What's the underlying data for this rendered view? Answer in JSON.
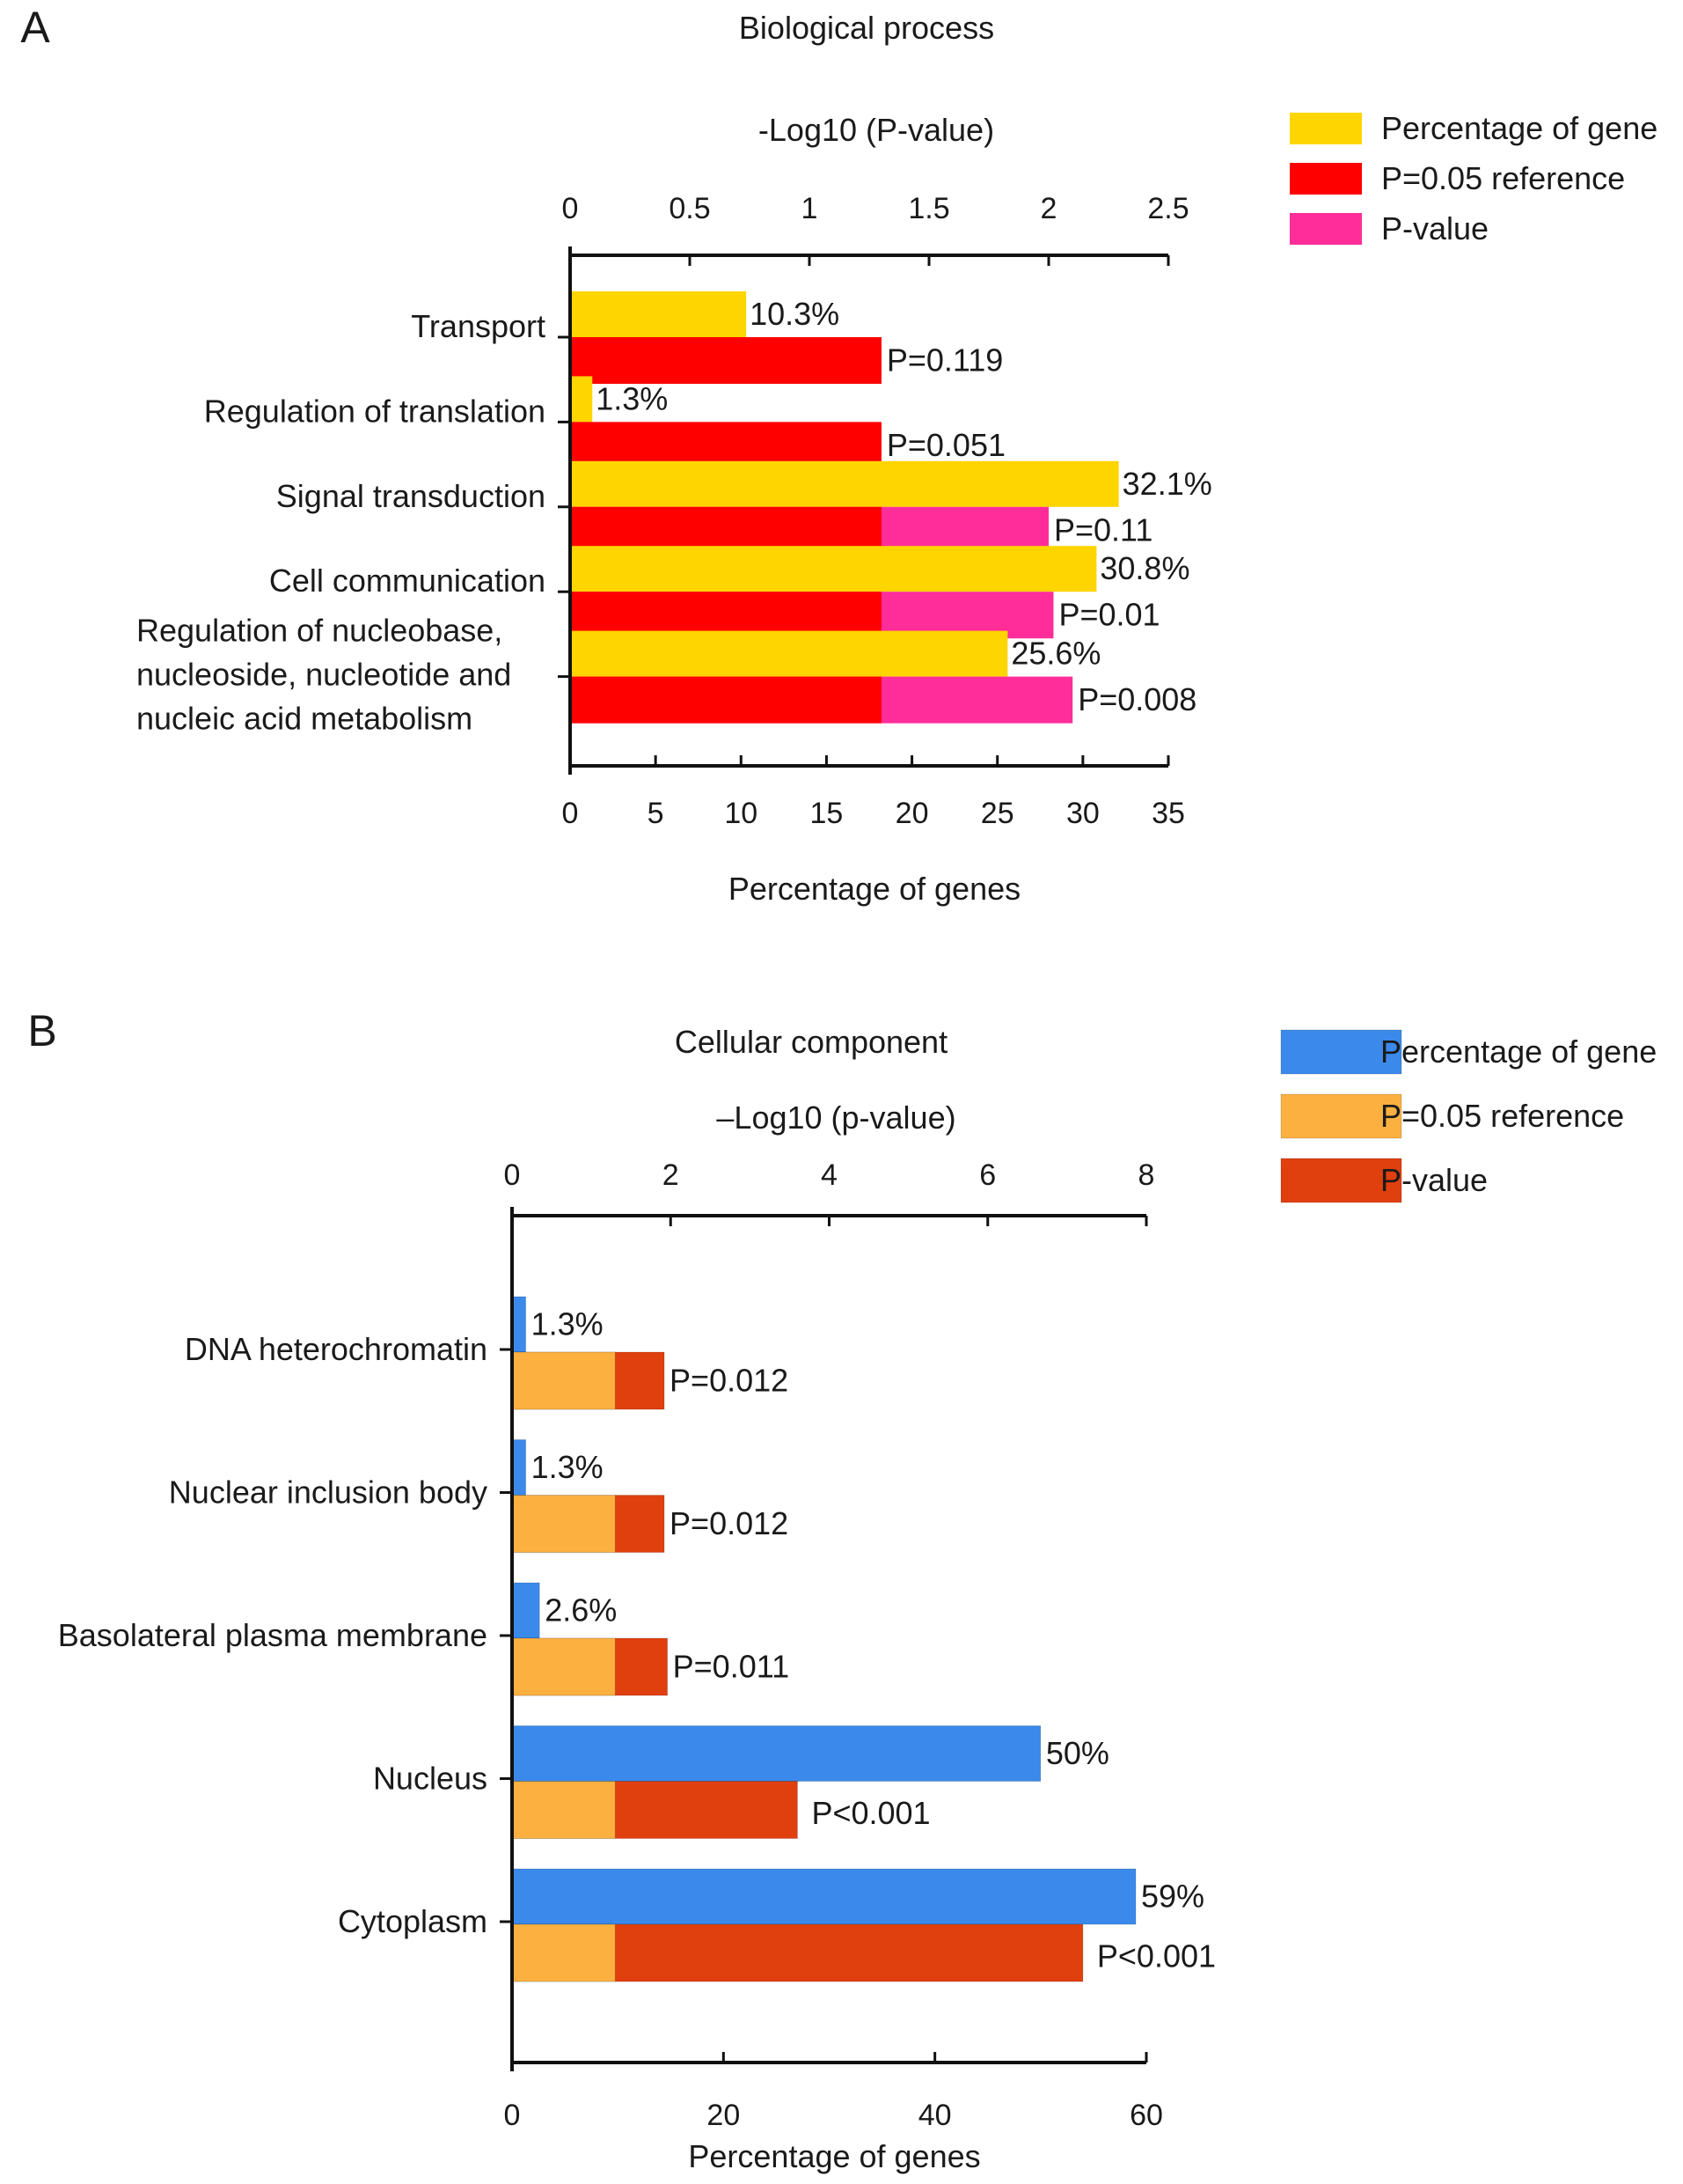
{
  "chart_data": [
    {
      "panel": "A",
      "type": "bar",
      "orientation": "horizontal",
      "title": "Biological process",
      "top_axis": {
        "label": "-Log10 (P-value)",
        "ticks": [
          "0",
          "0.5",
          "1",
          "1.5",
          "2",
          "2.5"
        ],
        "range": [
          0,
          2.5
        ]
      },
      "bottom_axis": {
        "label": "Percentage of genes",
        "ticks": [
          "0",
          "5",
          "10",
          "15",
          "20",
          "25",
          "30",
          "35"
        ],
        "range": [
          0,
          35
        ]
      },
      "categories": [
        "Transport",
        "Regulation of translation",
        "Signal transduction",
        "Cell communication",
        "Regulation of nucleobase, nucleoside, nucleotide and nucleic acid metabolism"
      ],
      "category_lines": [
        [
          "Transport"
        ],
        [
          "Regulation of translation"
        ],
        [
          "Signal transduction"
        ],
        [
          "Cell communication"
        ],
        [
          "Regulation of nucleobase,",
          "nucleoside, nucleotide and",
          "nucleic acid metabolism"
        ]
      ],
      "series": [
        {
          "name": "Percentage of gene",
          "axis": "bottom",
          "color": "#FFD500",
          "values": [
            10.3,
            1.3,
            32.1,
            30.8,
            25.6
          ],
          "labels": [
            "10.3%",
            "1.3%",
            "32.1%",
            "30.8%",
            "25.6%"
          ]
        },
        {
          "name": "P=0.05 reference",
          "axis": "top",
          "color": "#FF0000",
          "values": [
            1.301,
            1.301,
            1.301,
            1.301,
            1.301
          ]
        },
        {
          "name": "P-value",
          "axis": "top",
          "color": "#FF2D9A",
          "values": [
            1.301,
            1.301,
            2.0,
            2.02,
            2.1
          ],
          "labels": [
            "P=0.119",
            "P=0.051",
            "P=0.11",
            "P=0.01",
            "P=0.008"
          ]
        }
      ],
      "legend": "top-right",
      "grid": false
    },
    {
      "panel": "B",
      "type": "bar",
      "orientation": "horizontal",
      "title": "Cellular component",
      "top_axis": {
        "label": "–Log10 (p-value)",
        "ticks": [
          "0",
          "2",
          "4",
          "6",
          "8"
        ],
        "range": [
          0,
          8
        ]
      },
      "bottom_axis": {
        "label": "Percentage of genes",
        "ticks": [
          "0",
          "20",
          "40",
          "60"
        ],
        "range": [
          0,
          60
        ]
      },
      "categories": [
        "DNA heterochromatin",
        "Nuclear inclusion body",
        "Basolateral plasma membrane",
        "Nucleus",
        "Cytoplasm"
      ],
      "category_lines": [
        [
          "DNA heterochromatin"
        ],
        [
          "Nuclear inclusion body"
        ],
        [
          "Basolateral plasma membrane"
        ],
        [
          "Nucleus"
        ],
        [
          "Cytoplasm"
        ]
      ],
      "series": [
        {
          "name": "Percentage of gene",
          "axis": "bottom",
          "color": "#3B8AEB",
          "values": [
            1.3,
            1.3,
            2.6,
            50,
            59
          ],
          "labels": [
            "1.3%",
            "1.3%",
            "2.6%",
            "50%",
            "59%"
          ]
        },
        {
          "name": "P=0.05 reference",
          "axis": "top",
          "color": "#FBB040",
          "values": [
            1.301,
            1.301,
            1.301,
            1.301,
            1.301
          ]
        },
        {
          "name": "P-value",
          "axis": "top",
          "color": "#E0400E",
          "values": [
            1.92,
            1.92,
            1.96,
            3.6,
            7.2
          ],
          "labels": [
            "P=0.012",
            "P=0.012",
            "P=0.011",
            "P<0.001",
            "P<0.001"
          ]
        }
      ],
      "legend": "top-right",
      "grid": false
    }
  ]
}
